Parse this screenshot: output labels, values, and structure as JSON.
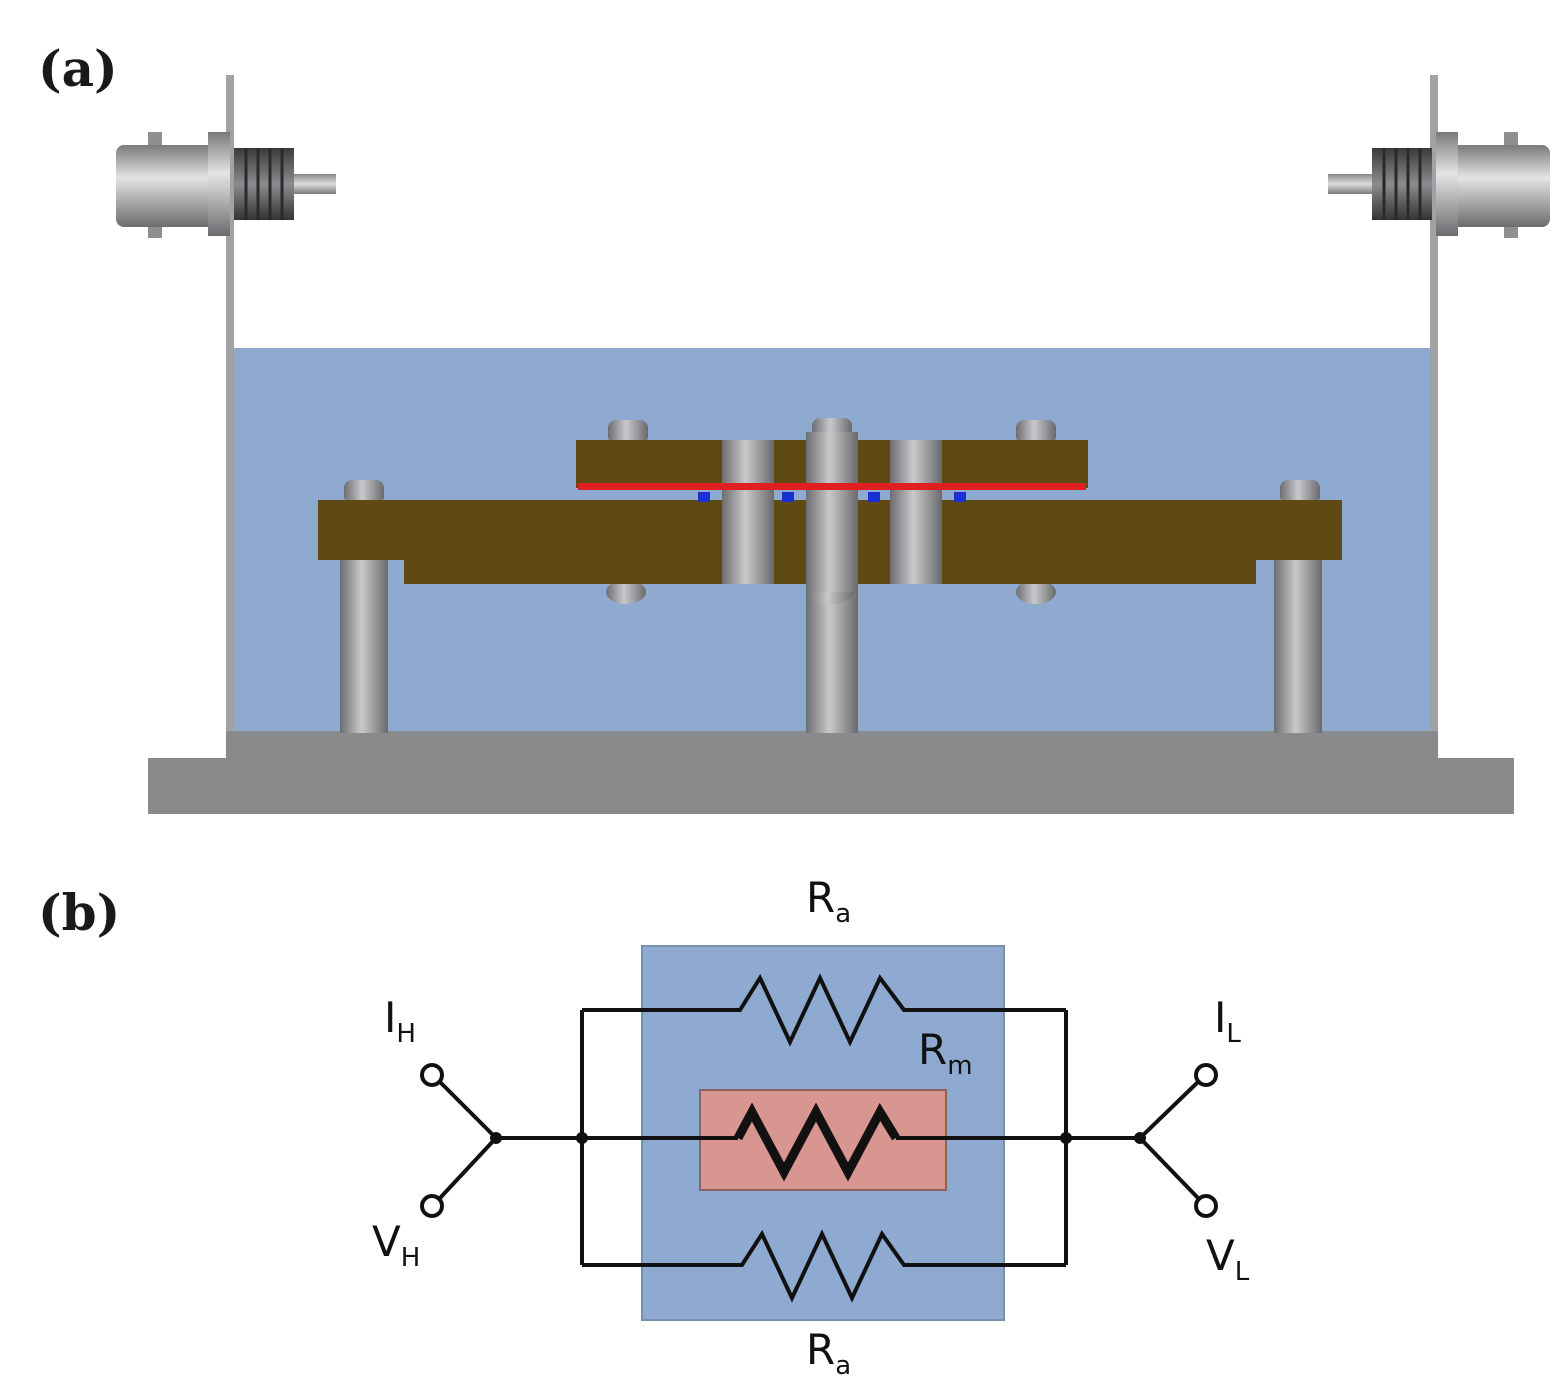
{
  "panels": {
    "a": {
      "label": "(a)"
    },
    "b": {
      "label": "(b)"
    }
  },
  "circuit": {
    "ra_top": {
      "main": "R",
      "sub": "a"
    },
    "rm": {
      "main": "R",
      "sub": "m"
    },
    "ra_bottom": {
      "main": "R",
      "sub": "a"
    },
    "ih": {
      "main": "I",
      "sub": "H"
    },
    "vh": {
      "main": "V",
      "sub": "H"
    },
    "il": {
      "main": "I",
      "sub": "L"
    },
    "vl": {
      "main": "V",
      "sub": "L"
    }
  },
  "colors": {
    "bath": "#8eaad0",
    "base_plate": "#8a8a8c",
    "clamp_plates": "#5e4a12",
    "membrane_line": "#e02020",
    "electrode_dots": "#1a2fd0",
    "circuit_box": "#8eaad0",
    "membrane_box": "#d99590"
  }
}
